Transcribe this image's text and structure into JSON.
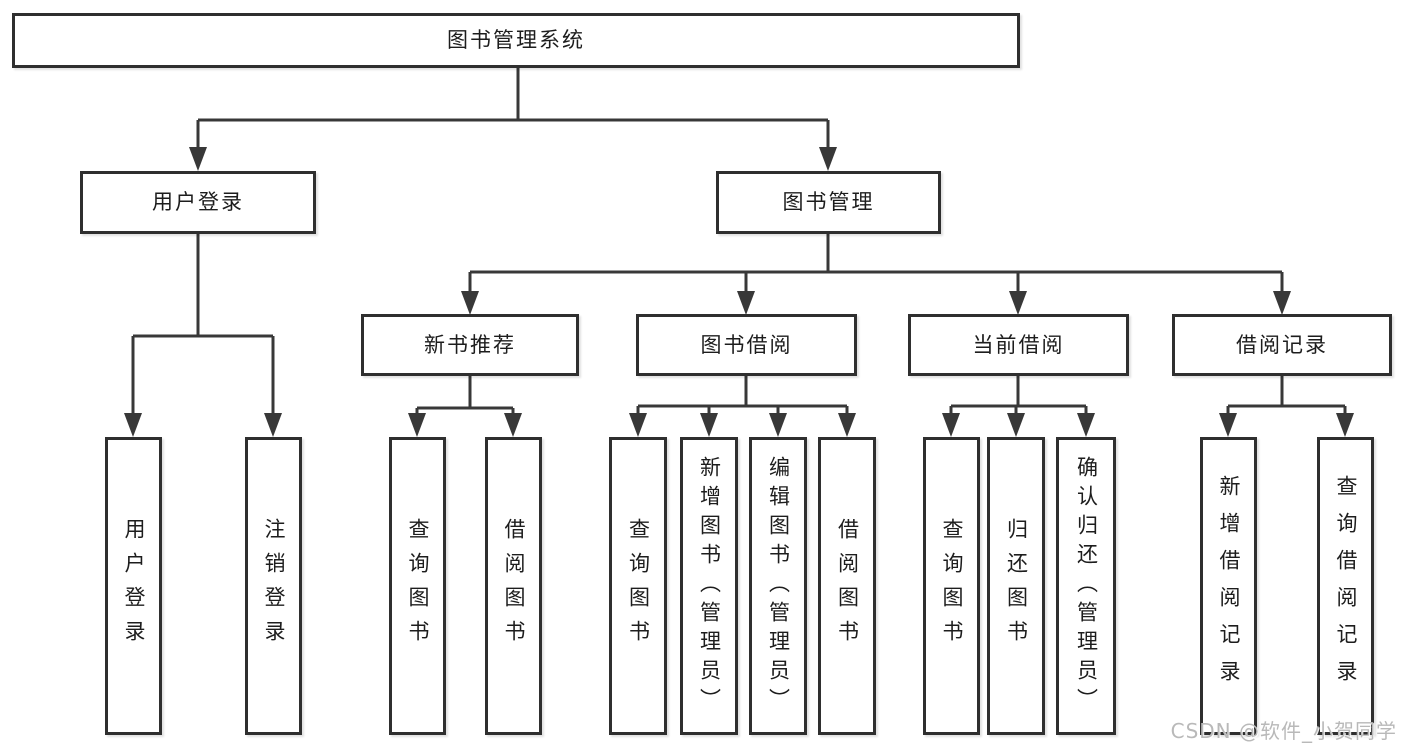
{
  "tree": {
    "root": {
      "label": "图书管理系统"
    },
    "branches": [
      {
        "label": "用户登录",
        "children": [
          {
            "label": "用户登录"
          },
          {
            "label": "注销登录"
          }
        ]
      },
      {
        "label": "图书管理",
        "children": [
          {
            "label": "新书推荐",
            "children": [
              {
                "label": "查询图书"
              },
              {
                "label": "借阅图书"
              }
            ]
          },
          {
            "label": "图书借阅",
            "children": [
              {
                "label": "查询图书"
              },
              {
                "label": "新增图书（管理员）"
              },
              {
                "label": "编辑图书（管理员）"
              },
              {
                "label": "借阅图书"
              }
            ]
          },
          {
            "label": "当前借阅",
            "children": [
              {
                "label": "查询图书"
              },
              {
                "label": "归还图书"
              },
              {
                "label": "确认归还（管理员）"
              }
            ]
          },
          {
            "label": "借阅记录",
            "children": [
              {
                "label": "新增借阅记录"
              },
              {
                "label": "查询借阅记录"
              }
            ]
          }
        ]
      }
    ]
  },
  "watermark": {
    "text": "CSDN @软件_小贺同学"
  },
  "colors": {
    "line": "#383838",
    "border": "#2f2f2f",
    "text": "#1d1d1d",
    "watermark": "#b9b9b9",
    "background": "#ffffff"
  }
}
